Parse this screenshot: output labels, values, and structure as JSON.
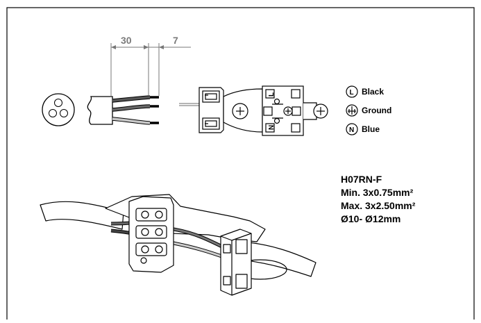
{
  "dimensions": {
    "strip_length": "30",
    "conductor_length": "7"
  },
  "legend": [
    {
      "symbol": "L",
      "label": "Black"
    },
    {
      "symbol": "ground",
      "label": "Ground"
    },
    {
      "symbol": "N",
      "label": "Blue"
    }
  ],
  "connector_marks": {
    "live": "L",
    "neutral": "N"
  },
  "cable_spec": {
    "type": "H07RN-F",
    "min": "Min. 3x0.75mm²",
    "max": "Max. 3x2.50mm²",
    "diameter": "Ø10- Ø12mm"
  },
  "colors": {
    "black": "#1a1a1a",
    "ground": "#777777",
    "blue": "#bdbdbd",
    "line": "#000000"
  }
}
